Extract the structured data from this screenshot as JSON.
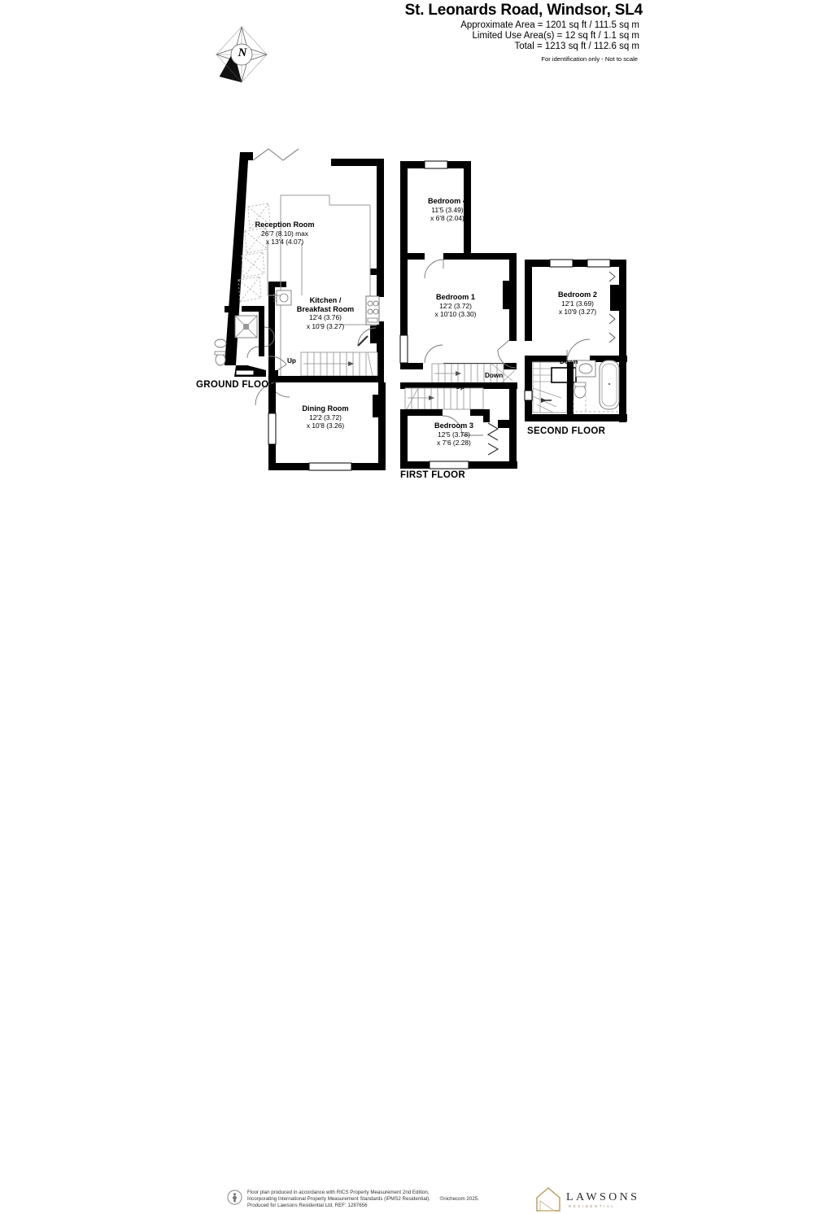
{
  "header": {
    "title": "St. Leonards Road, Windsor, SL4",
    "approximate_area": "Approximate Area = 1201 sq ft / 111.5 sq m",
    "limited_use_area": "Limited Use Area(s) = 12 sq ft / 1.1 sq m",
    "total_area": "Total = 1213 sq ft / 112.6 sq m",
    "notice": "For identification only - Not to scale"
  },
  "compass": {
    "label": "N"
  },
  "floors": [
    {
      "key": "ground",
      "label": "GROUND FLOOR"
    },
    {
      "key": "first",
      "label": "FIRST FLOOR"
    },
    {
      "key": "second",
      "label": "SECOND FLOOR"
    }
  ],
  "rooms": {
    "reception": {
      "name": "Reception Room",
      "dim1": "26'7 (8.10) max",
      "dim2": "x 13'4 (4.07)"
    },
    "kitchen": {
      "name_line1": "Kitchen /",
      "name_line2": "Breakfast Room",
      "dim1": "12'4 (3.76)",
      "dim2": "x 10'9 (3.27)"
    },
    "dining": {
      "name": "Dining Room",
      "dim1": "12'2 (3.72)",
      "dim2": "x 10'8 (3.26)"
    },
    "bedroom4": {
      "name": "Bedroom 4",
      "dim1": "11'5 (3.49)",
      "dim2": "x 6'8 (2.04)"
    },
    "bedroom1": {
      "name": "Bedroom 1",
      "dim1": "12'2 (3.72)",
      "dim2": "x 10'10 (3.30)"
    },
    "bedroom3": {
      "name": "Bedroom 3",
      "dim1": "12'5 (3.78)",
      "dim2": "x 7'6 (2.28)"
    },
    "bedroom2": {
      "name": "Bedroom 2",
      "dim1": "12'1 (3.69)",
      "dim2": "x 10'9 (3.27)"
    }
  },
  "stairs": {
    "ground_up": "Up",
    "first_up": "Up",
    "first_down": "Down",
    "second_down": "Down"
  },
  "footer": {
    "line1": "Floor plan produced in accordance with RICS Property Measurement 2nd Edition,",
    "line2": "Incorporating International Property Measurement Standards (IPMS2 Residential).",
    "copyright": "©nichecom 2025.",
    "line3": "Produced for Lawsons Residential Ltd.   REF: 1287656",
    "logo_word": "LAWSONS",
    "logo_sub": "RESIDENTIAL"
  },
  "colors": {
    "wall": "#000000",
    "thin_line": "#7a7a7a",
    "fixture": "#8a8a8a",
    "logo_gold": "#b99a5b",
    "text": "#000000"
  }
}
